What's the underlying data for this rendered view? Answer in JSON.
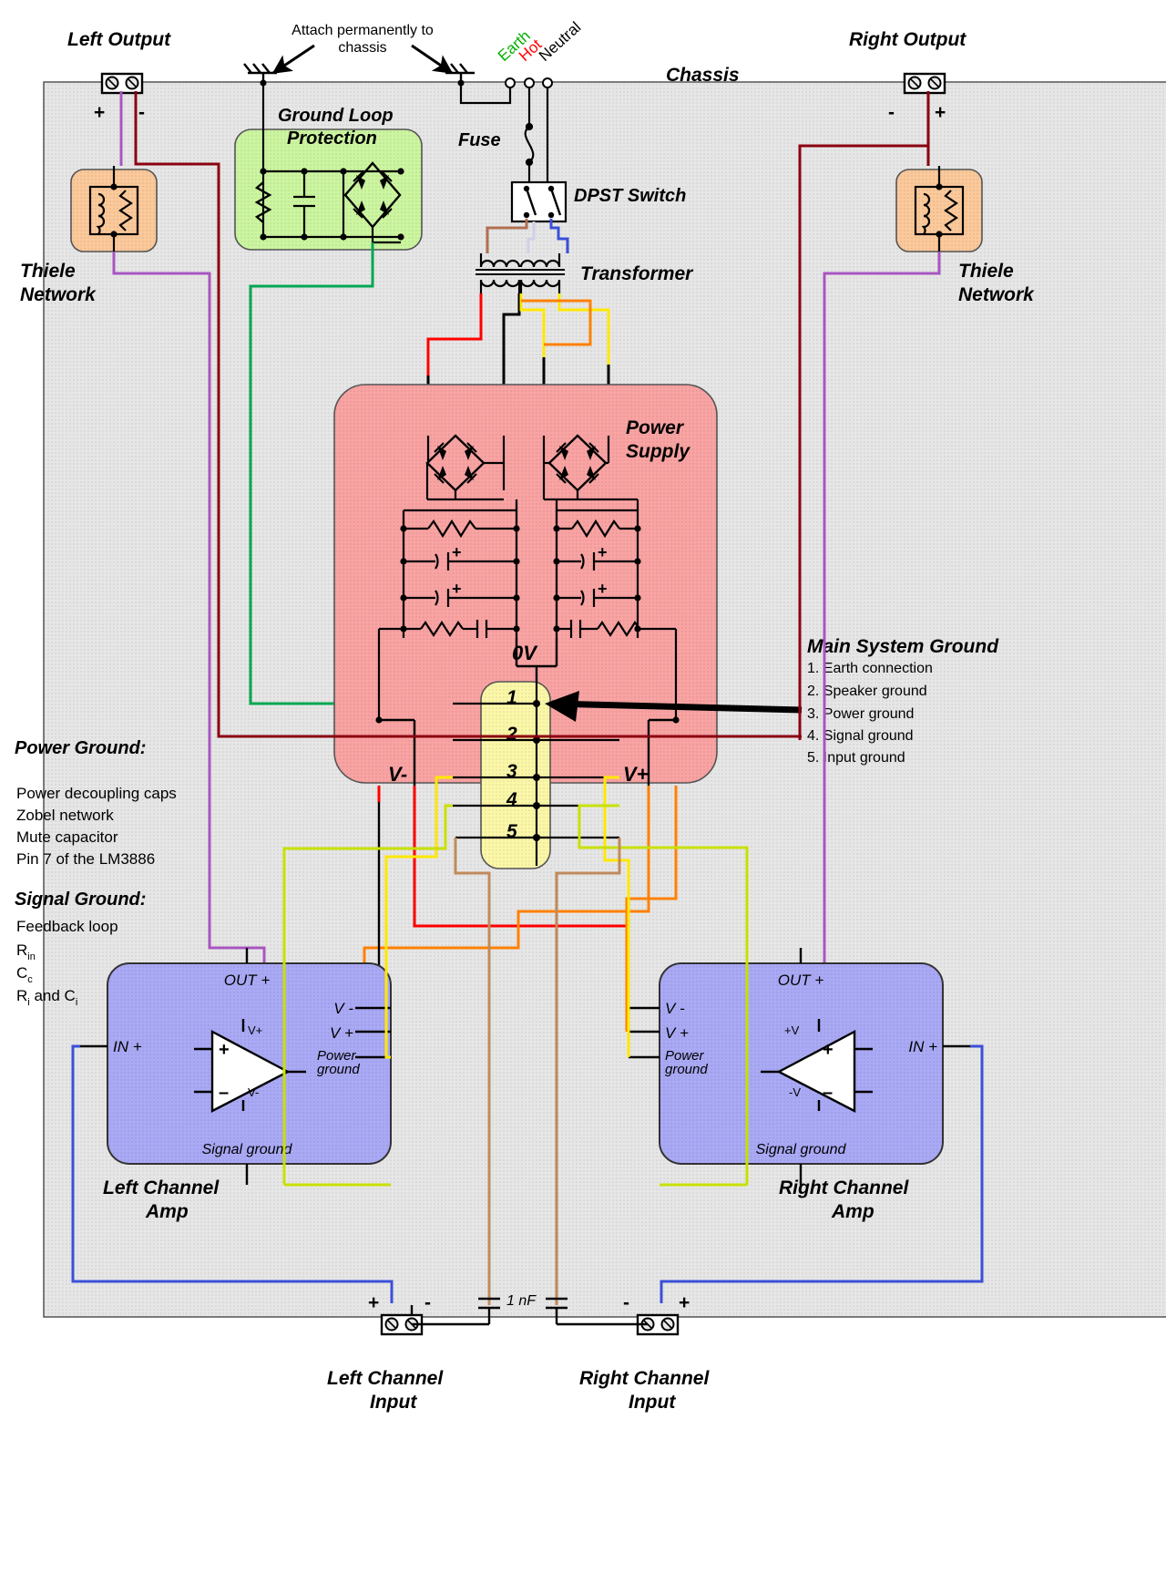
{
  "diagram": {
    "title": "Amplifier star grounding schematic",
    "chassis_label": "Chassis",
    "colors": {
      "chassis_fill": "#e6e6e6",
      "power_supply_fill": "#f9a3a3",
      "ground_loop_fill": "#ccf5a0",
      "thiele_fill": "#fbc99a",
      "amp_fill": "#a9a9f5",
      "ground_bus_fill": "#fbf7a8",
      "earth_text": "#00b000",
      "hot_text": "#ff0000",
      "neutral_text": "#000000",
      "wire_green": "#00a651",
      "wire_darkred": "#8b0010",
      "wire_purple": "#a855c0",
      "wire_red": "#ff0000",
      "wire_yellow": "#ffe800",
      "wire_orange": "#ff8000",
      "wire_lightgreen": "#c8e000",
      "wire_blue": "#3b4fd8",
      "wire_brown": "#b07050",
      "wire_tan": "#c08a5a"
    }
  },
  "top": {
    "left_output": "Left Output",
    "right_output": "Right Output",
    "attach_note_line1": "Attach permanently to",
    "attach_note_line2": "chassis",
    "earth": "Earth",
    "hot": "Hot",
    "neutral": "Neutral",
    "chassis": "Chassis",
    "plus": "+",
    "minus": "-"
  },
  "blocks": {
    "ground_loop_line1": "Ground Loop",
    "ground_loop_line2": "Protection",
    "fuse": "Fuse",
    "dpst": "DPST Switch",
    "transformer": "Transformer",
    "power_supply_line1": "Power",
    "power_supply_line2": "Supply",
    "thiele_left_line1": "Thiele",
    "thiele_left_line2": "Network",
    "thiele_right_line1": "Thiele",
    "thiele_right_line2": "Network",
    "zero_v": "0V",
    "v_minus": "V-",
    "v_plus": "V+"
  },
  "ground_bus": {
    "terminals": [
      "1",
      "2",
      "3",
      "4",
      "5"
    ]
  },
  "main_ground": {
    "title": "Main System Ground",
    "items": [
      "1. Earth connection",
      "2. Speaker ground",
      "3. Power ground",
      "4. Signal ground",
      "5. Input ground"
    ]
  },
  "power_ground": {
    "title": "Power Ground:",
    "items": [
      "Power decoupling caps",
      "Zobel network",
      "Mute capacitor",
      "Pin 7 of the LM3886"
    ]
  },
  "signal_ground": {
    "title": "Signal Ground:",
    "items": [
      "Feedback loop",
      "R|in",
      "C|c",
      "R|i| and C|i"
    ],
    "feedback_loop": "Feedback loop",
    "r_in_base": "R",
    "r_in_sub": "in",
    "c_c_base": "C",
    "c_c_sub": "c",
    "ri_ci_text": "R",
    "ri_sub": "i",
    "ri_ci_mid": " and C",
    "ci_sub": "i"
  },
  "amp_left": {
    "title_line1": "Left Channel",
    "title_line2": "Amp",
    "out_plus": "OUT +",
    "in_plus": "IN +",
    "v_minus": "V -",
    "v_plus": "V +",
    "power_ground_line1": "Power",
    "power_ground_line2": "ground",
    "signal_ground": "Signal ground",
    "opamp_vplus": "V+",
    "opamp_vminus": "V-",
    "opamp_plus": "+",
    "opamp_minus": "–"
  },
  "amp_right": {
    "title_line1": "Right Channel",
    "title_line2": "Amp",
    "out_plus": "OUT +",
    "in_plus": "IN +",
    "v_minus": "V -",
    "v_plus": "V +",
    "power_ground_line1": "Power",
    "power_ground_line2": "ground",
    "signal_ground": "Signal ground",
    "opamp_vplus": "+V",
    "opamp_vminus": "-V",
    "opamp_plus": "+",
    "opamp_minus": "–"
  },
  "bottom": {
    "cap_value": "1 nF",
    "left_input_line1": "Left Channel",
    "left_input_line2": "Input",
    "right_input_line1": "Right Channel",
    "right_input_line2": "Input",
    "left_plus": "+",
    "left_minus": "-",
    "right_minus": "-",
    "right_plus": "+"
  }
}
